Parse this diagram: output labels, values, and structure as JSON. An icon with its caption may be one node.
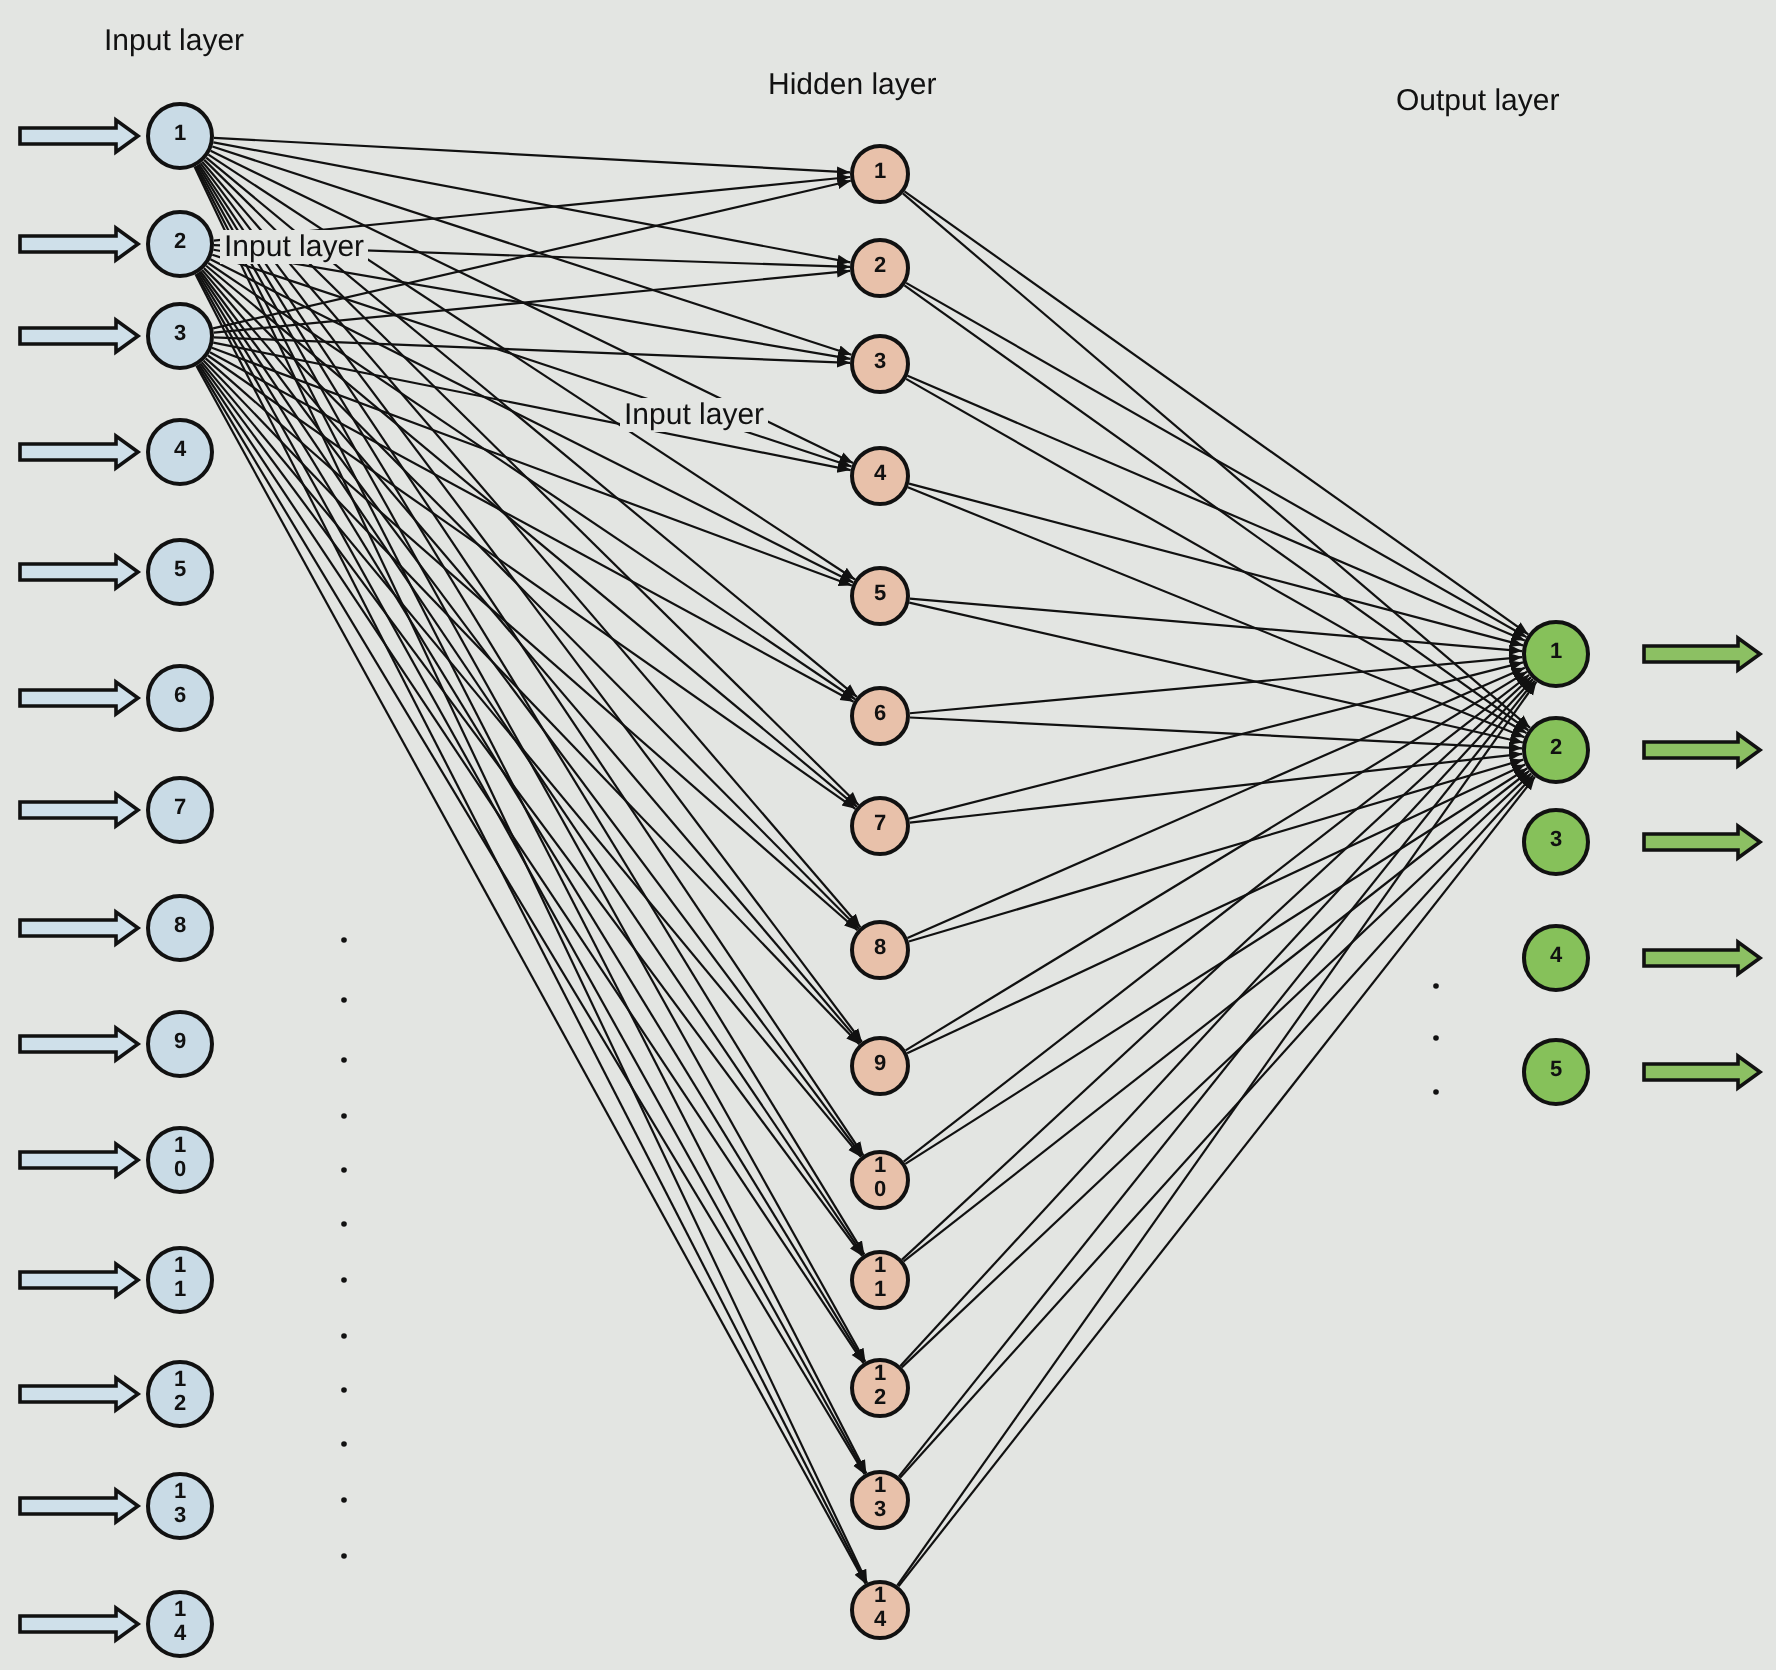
{
  "diagram": {
    "nodes": [
      {
        "text": [
          "1"
        ]
      },
      {
        "text": [
          "2"
        ]
      },
      {
        "text": [
          "3"
        ]
      },
      {
        "text": [
          "4"
        ]
      },
      {
        "text": [
          "5"
        ]
      },
      {
        "text": [
          "6"
        ]
      },
      {
        "text": [
          "7"
        ]
      },
      {
        "text": [
          "8"
        ]
      },
      {
        "text": [
          "9"
        ]
      },
      {
        "text": [
          "10"
        ]
      },
      {
        "text": [
          "11"
        ]
      },
      {
        "text": [
          "12"
        ]
      },
      {
        "text": [
          "13"
        ]
      },
      {
        "text": [
          "14"
        ]
      },
      {
        "text": [
          "1"
        ]
      },
      {
        "text": [
          "2"
        ]
      },
      {
        "text": [
          "3"
        ]
      },
      {
        "text": [
          "4"
        ]
      },
      {
        "text": [
          "5"
        ]
      },
      {
        "text": [
          "6"
        ]
      },
      {
        "text": [
          "7"
        ]
      },
      {
        "text": [
          "8"
        ]
      },
      {
        "text": [
          "9"
        ]
      },
      {
        "text": [
          "10"
        ]
      },
      {
        "text": [
          "11"
        ]
      },
      {
        "text": [
          "12"
        ]
      },
      {
        "text": [
          "13"
        ]
      },
      {
        "text": [
          "14"
        ]
      },
      {
        "text": [
          "1"
        ]
      },
      {
        "text": [
          "2"
        ]
      },
      {
        "text": [
          "3"
        ]
      },
      {
        "text": [
          "4"
        ]
      },
      {
        "text": [
          "5"
        ]
      }
    ],
    "edges": [
      {
        "from": null,
        "to": 0,
        "arrow": "to",
        "style": "thick",
        "color": "#cfe0ea"
      },
      {
        "from": null,
        "to": 1,
        "arrow": "to",
        "style": "thick",
        "color": "#cfe0ea"
      },
      {
        "from": null,
        "to": 2,
        "arrow": "to",
        "style": "thick",
        "color": "#cfe0ea"
      },
      {
        "from": null,
        "to": 3,
        "arrow": "to",
        "style": "thick",
        "color": "#cfe0ea"
      },
      {
        "from": null,
        "to": 4,
        "arrow": "to",
        "style": "thick",
        "color": "#cfe0ea"
      },
      {
        "from": null,
        "to": 5,
        "arrow": "to",
        "style": "thick",
        "color": "#cfe0ea"
      },
      {
        "from": null,
        "to": 6,
        "arrow": "to",
        "style": "thick",
        "color": "#cfe0ea"
      },
      {
        "from": null,
        "to": 7,
        "arrow": "to",
        "style": "thick",
        "color": "#cfe0ea"
      },
      {
        "from": null,
        "to": 8,
        "arrow": "to",
        "style": "thick",
        "color": "#cfe0ea"
      },
      {
        "from": null,
        "to": 9,
        "arrow": "to",
        "style": "thick",
        "color": "#cfe0ea"
      },
      {
        "from": null,
        "to": 10,
        "arrow": "to",
        "style": "thick",
        "color": "#cfe0ea"
      },
      {
        "from": null,
        "to": 11,
        "arrow": "to",
        "style": "thick",
        "color": "#cfe0ea"
      },
      {
        "from": null,
        "to": 12,
        "arrow": "to",
        "style": "thick",
        "color": "#cfe0ea"
      },
      {
        "from": null,
        "to": 13,
        "arrow": "to",
        "style": "thick",
        "color": "#cfe0ea"
      },
      {
        "from": 0,
        "to": 14,
        "arrow": "to"
      },
      {
        "from": 0,
        "to": 15,
        "arrow": "to"
      },
      {
        "from": 0,
        "to": 16,
        "arrow": "to"
      },
      {
        "from": 0,
        "to": 17,
        "arrow": "to"
      },
      {
        "from": 0,
        "to": 18,
        "arrow": "to"
      },
      {
        "from": 0,
        "to": 19,
        "arrow": "to"
      },
      {
        "from": 0,
        "to": 20,
        "arrow": "to"
      },
      {
        "from": 0,
        "to": 21,
        "arrow": "to"
      },
      {
        "from": 0,
        "to": 22,
        "arrow": "to"
      },
      {
        "from": 0,
        "to": 23,
        "arrow": "to"
      },
      {
        "from": 0,
        "to": 24,
        "arrow": "to"
      },
      {
        "from": 0,
        "to": 25,
        "arrow": "to"
      },
      {
        "from": 0,
        "to": 26,
        "arrow": "to"
      },
      {
        "from": 0,
        "to": 27,
        "arrow": "to"
      },
      {
        "from": 1,
        "to": 14,
        "arrow": "to"
      },
      {
        "from": 1,
        "to": 15,
        "arrow": "to"
      },
      {
        "from": 1,
        "to": 16,
        "arrow": "to"
      },
      {
        "from": 1,
        "to": 17,
        "arrow": "to"
      },
      {
        "from": 1,
        "to": 18,
        "arrow": "to"
      },
      {
        "from": 1,
        "to": 19,
        "arrow": "to"
      },
      {
        "from": 1,
        "to": 20,
        "arrow": "to"
      },
      {
        "from": 1,
        "to": 21,
        "arrow": "to"
      },
      {
        "from": 1,
        "to": 22,
        "arrow": "to"
      },
      {
        "from": 1,
        "to": 23,
        "arrow": "to"
      },
      {
        "from": 1,
        "to": 24,
        "arrow": "to"
      },
      {
        "from": 1,
        "to": 25,
        "arrow": "to"
      },
      {
        "from": 1,
        "to": 26,
        "arrow": "to"
      },
      {
        "from": 1,
        "to": 27,
        "arrow": "to"
      },
      {
        "from": 2,
        "to": 14,
        "arrow": "to"
      },
      {
        "from": 2,
        "to": 15,
        "arrow": "to"
      },
      {
        "from": 2,
        "to": 16,
        "arrow": "to"
      },
      {
        "from": 2,
        "to": 17,
        "arrow": "to"
      },
      {
        "from": 2,
        "to": 18,
        "arrow": "to"
      },
      {
        "from": 2,
        "to": 19,
        "arrow": "to"
      },
      {
        "from": 2,
        "to": 20,
        "arrow": "to"
      },
      {
        "from": 2,
        "to": 21,
        "arrow": "to"
      },
      {
        "from": 2,
        "to": 22,
        "arrow": "to"
      },
      {
        "from": 2,
        "to": 23,
        "arrow": "to"
      },
      {
        "from": 2,
        "to": 24,
        "arrow": "to"
      },
      {
        "from": 2,
        "to": 25,
        "arrow": "to"
      },
      {
        "from": 2,
        "to": 26,
        "arrow": "to"
      },
      {
        "from": 2,
        "to": 27,
        "arrow": "to"
      },
      {
        "from": 14,
        "to": 28,
        "arrow": "to"
      },
      {
        "from": 14,
        "to": 29,
        "arrow": "to"
      },
      {
        "from": 15,
        "to": 28,
        "arrow": "to"
      },
      {
        "from": 15,
        "to": 29,
        "arrow": "to"
      },
      {
        "from": 16,
        "to": 28,
        "arrow": "to"
      },
      {
        "from": 16,
        "to": 29,
        "arrow": "to"
      },
      {
        "from": 17,
        "to": 28,
        "arrow": "to"
      },
      {
        "from": 17,
        "to": 29,
        "arrow": "to"
      },
      {
        "from": 18,
        "to": 28,
        "arrow": "to"
      },
      {
        "from": 18,
        "to": 29,
        "arrow": "to"
      },
      {
        "from": 19,
        "to": 28,
        "arrow": "to"
      },
      {
        "from": 19,
        "to": 29,
        "arrow": "to"
      },
      {
        "from": 20,
        "to": 28,
        "arrow": "to"
      },
      {
        "from": 20,
        "to": 29,
        "arrow": "to"
      },
      {
        "from": 21,
        "to": 28,
        "arrow": "to"
      },
      {
        "from": 21,
        "to": 29,
        "arrow": "to"
      },
      {
        "from": 22,
        "to": 28,
        "arrow": "to"
      },
      {
        "from": 22,
        "to": 29,
        "arrow": "to"
      },
      {
        "from": 23,
        "to": 28,
        "arrow": "to"
      },
      {
        "from": 23,
        "to": 29,
        "arrow": "to"
      },
      {
        "from": 24,
        "to": 28,
        "arrow": "to"
      },
      {
        "from": 24,
        "to": 29,
        "arrow": "to"
      },
      {
        "from": 25,
        "to": 28,
        "arrow": "to"
      },
      {
        "from": 25,
        "to": 29,
        "arrow": "to"
      },
      {
        "from": 26,
        "to": 28,
        "arrow": "to"
      },
      {
        "from": 26,
        "to": 29,
        "arrow": "to"
      },
      {
        "from": 27,
        "to": 28,
        "arrow": "to"
      },
      {
        "from": 27,
        "to": 29,
        "arrow": "to"
      },
      {
        "from": 28,
        "to": null,
        "arrow": "to",
        "style": "thick",
        "color": "#8cc063"
      },
      {
        "from": 29,
        "to": null,
        "arrow": "to",
        "style": "thick",
        "color": "#8cc063"
      },
      {
        "from": 30,
        "to": null,
        "arrow": "to",
        "style": "thick",
        "color": "#8cc063"
      },
      {
        "from": 31,
        "to": null,
        "arrow": "to",
        "style": "thick",
        "color": "#8cc063"
      },
      {
        "from": 32,
        "to": null,
        "arrow": "to",
        "style": "thick",
        "color": "#8cc063"
      }
    ],
    "labels": [
      "Input layer",
      "Hidden layer",
      "Output layer",
      "Input layer",
      "Input layer"
    ]
  }
}
